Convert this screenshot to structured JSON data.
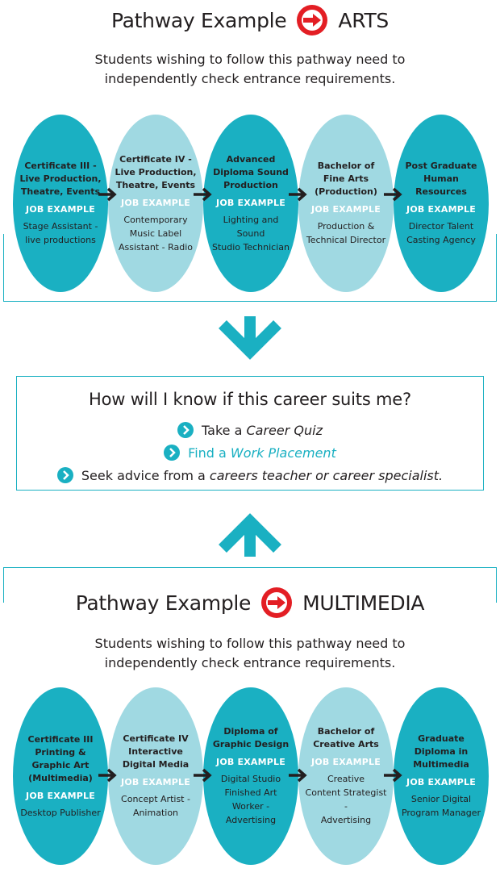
{
  "arts": {
    "title": "Pathway Example",
    "subject": "ARTS",
    "intro_line1": "Students wishing to follow this pathway need to",
    "intro_line2": "independently check entrance requirements.",
    "steps": [
      {
        "qual": [
          "Certificate III -",
          "Live Production,",
          "Theatre, Events"
        ],
        "job_header": "JOB EXAMPLE",
        "job": [
          "Stage Assistant -",
          "live productions"
        ]
      },
      {
        "qual": [
          "Certificate IV -",
          "Live Production,",
          "Theatre, Events"
        ],
        "job_header": "JOB EXAMPLE",
        "job": [
          "Contemporary",
          "Music Label",
          "Assistant - Radio"
        ]
      },
      {
        "qual": [
          "Advanced",
          "Diploma Sound",
          "Production"
        ],
        "job_header": "JOB EXAMPLE",
        "job": [
          "Lighting and Sound",
          "Studio Technician"
        ]
      },
      {
        "qual": [
          "Bachelor of",
          "Fine Arts",
          "(Production)"
        ],
        "job_header": "JOB EXAMPLE",
        "job": [
          "Production &",
          "Technical Director"
        ]
      },
      {
        "qual": [
          "Post Graduate",
          "Human",
          "Resources"
        ],
        "job_header": "JOB EXAMPLE",
        "job": [
          "Director Talent",
          "Casting Agency"
        ]
      }
    ]
  },
  "suits": {
    "heading": "How will I know if this career suits me?",
    "item1_prefix": "Take a ",
    "item1_em": "Career Quiz",
    "item2_prefix": "Find a ",
    "item2_em": "Work Placement",
    "item3_prefix": "Seek advice from a ",
    "item3_em": "careers teacher or career specialist."
  },
  "multimedia": {
    "title": "Pathway Example",
    "subject": "MULTIMEDIA",
    "intro_line1": "Students wishing to follow this pathway need to",
    "intro_line2": "independently check entrance requirements.",
    "steps": [
      {
        "qual": [
          "Certificate III",
          "Printing &",
          "Graphic Art",
          "(Multimedia)"
        ],
        "job_header": "JOB EXAMPLE",
        "job": [
          "Desktop Publisher"
        ]
      },
      {
        "qual": [
          "Certificate IV",
          "Interactive",
          "Digital Media"
        ],
        "job_header": "JOB EXAMPLE",
        "job": [
          "Concept Artist -",
          "Animation"
        ]
      },
      {
        "qual": [
          "Diploma of",
          "Graphic Design"
        ],
        "job_header": "JOB EXAMPLE",
        "job": [
          "Digital Studio",
          "Finished Art",
          "Worker -",
          "Advertising"
        ]
      },
      {
        "qual": [
          "Bachelor of",
          "Creative Arts"
        ],
        "job_header": "JOB EXAMPLE",
        "job": [
          "Creative",
          "Content Strategist -",
          "Advertising"
        ]
      },
      {
        "qual": [
          "Graduate",
          "Diploma in",
          "Multimedia"
        ],
        "job_header": "JOB EXAMPLE",
        "job": [
          "Senior Digital",
          "Program Manager"
        ]
      }
    ]
  },
  "colors": {
    "teal_dark": "#1ab0c2",
    "teal_light": "#a0d9e2",
    "red_badge": "#e31e24",
    "text": "#231f20"
  }
}
